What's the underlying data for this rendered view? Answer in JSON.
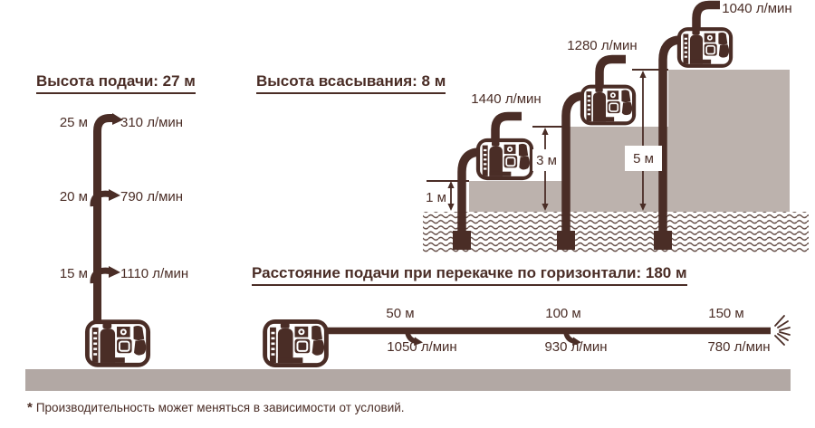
{
  "colors": {
    "brown": "#4a2d26",
    "step_gray": "#bcb2ad",
    "ground_gray": "#b2a8a4",
    "wave_brown": "#5d453e"
  },
  "sections": {
    "delivery": {
      "title": "Высота подачи: 27 м",
      "points": [
        {
          "height": "25 м",
          "flow": "310 л/мин"
        },
        {
          "height": "20 м",
          "flow": "790 л/мин"
        },
        {
          "height": "15 м",
          "flow": "1110 л/мин"
        }
      ]
    },
    "suction": {
      "title": "Высота всасывания: 8 м",
      "points": [
        {
          "height": "1 м",
          "flow": "1440 л/мин"
        },
        {
          "height": "3 м",
          "flow": "1280 л/мин"
        },
        {
          "height": "5 м",
          "flow": "1040 л/мин"
        }
      ]
    },
    "horizontal": {
      "title": "Расстояние подачи при перекачке по горизонтали: 180 м",
      "points": [
        {
          "distance": "50 м",
          "flow": "1050 л/мин"
        },
        {
          "distance": "100 м",
          "flow": "930 л/мин"
        },
        {
          "distance": "150 м",
          "flow": "780 л/мин"
        }
      ]
    }
  },
  "footnote": {
    "marker": "*",
    "text": "Производительность может меняться в зависимости от условий."
  }
}
